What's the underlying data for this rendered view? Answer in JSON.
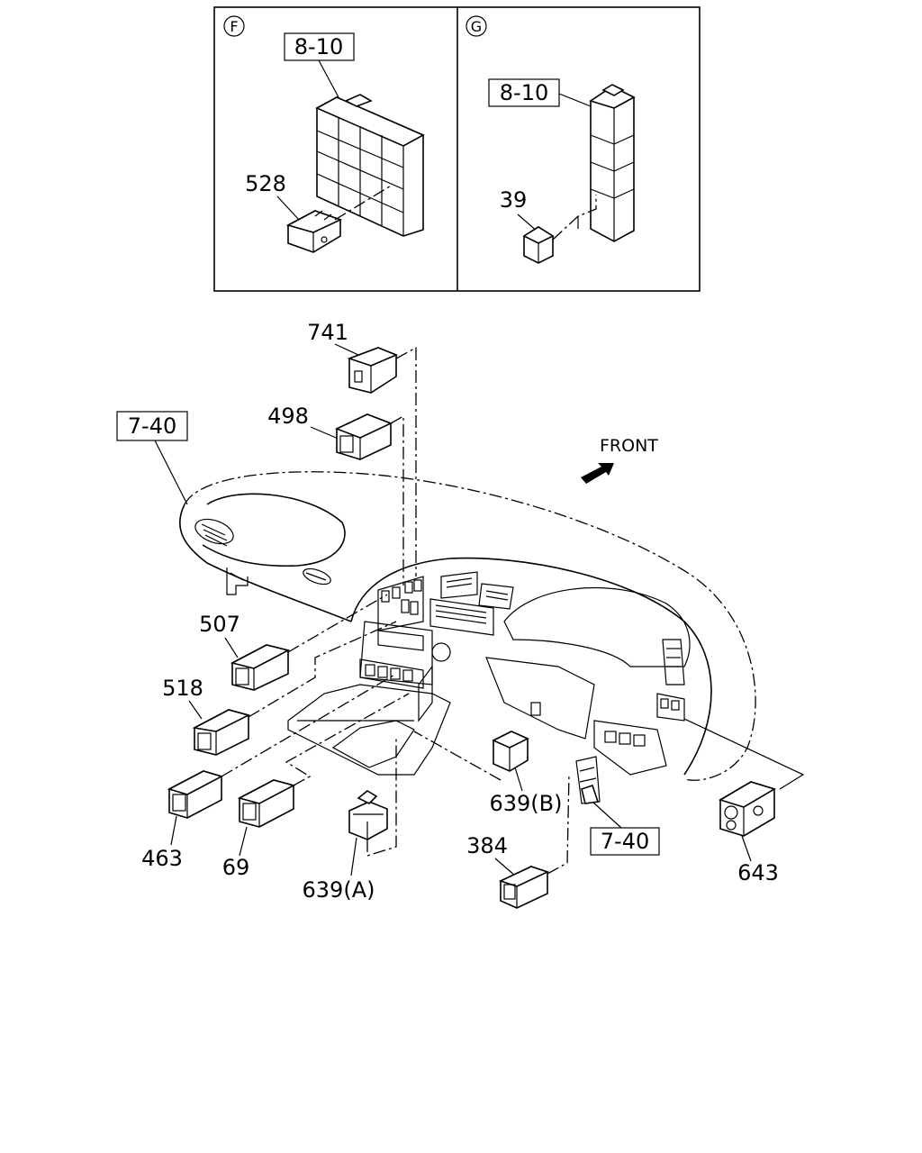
{
  "panels": {
    "F": {
      "circle_label": "F",
      "ref_box": "8-10",
      "part": "528"
    },
    "G": {
      "circle_label": "G",
      "ref_box": "8-10",
      "part": "39"
    }
  },
  "main": {
    "ref_box_left": "7-40",
    "ref_box_right": "7-40",
    "front_label": "FRONT",
    "parts": {
      "p741": "741",
      "p498": "498",
      "p507": "507",
      "p518": "518",
      "p463": "463",
      "p69": "69",
      "p639a": "639(A)",
      "p639b": "639(B)",
      "p384": "384",
      "p643": "643"
    }
  },
  "icons": {
    "front_arrow": "arrow-icon",
    "switch": "switch-icon",
    "relay": "relay-icon"
  }
}
